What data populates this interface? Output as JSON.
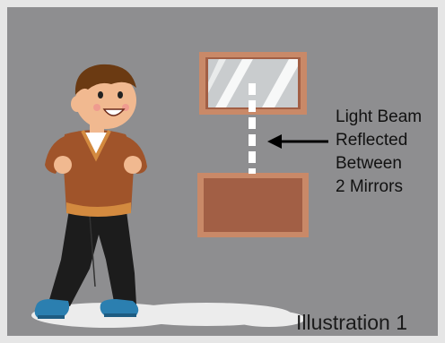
{
  "annotation": {
    "lines": [
      "Light Beam",
      "Reflected",
      "Between",
      "2 Mirrors"
    ]
  },
  "caption": "Illustration 1",
  "colors": {
    "background": "#8e8e90",
    "border": "#e6e6e6",
    "mirror_frame": "#c98968",
    "mirror_back": "#a25f45",
    "glass": "#c9ccce",
    "beam": "#ffffff",
    "arrow": "#000000",
    "floor_shadow": "#ececec"
  },
  "figure": {
    "name": "boy",
    "sweater_color": "#a0542a",
    "pants_color": "#1c1c1c",
    "shoe_color": "#2b7fb0",
    "hair_color": "#6b3a12"
  }
}
